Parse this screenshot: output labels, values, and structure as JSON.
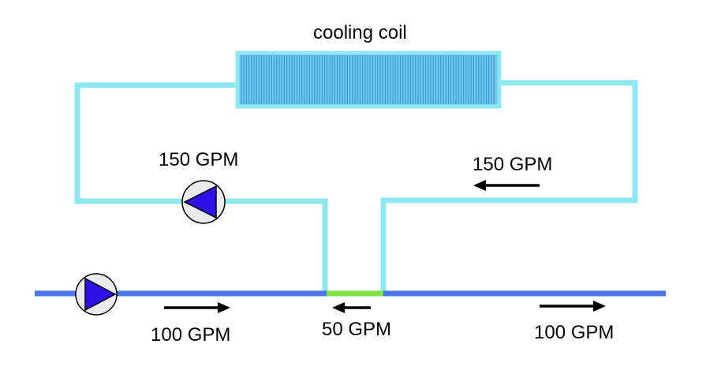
{
  "labels": {
    "coil": "cooling coil",
    "loop_flow_left": "150 GPM",
    "loop_flow_right": "150 GPM",
    "primary_flow_left": "100 GPM",
    "bypass_flow": "50 GPM",
    "primary_flow_right": "100 GPM"
  },
  "colors": {
    "secondary_pipe": "#8ee8f2",
    "primary_pipe": "#4a78e6",
    "bypass_pipe": "#7ee24a",
    "coil_fill": "#6ec6ec",
    "coil_fins": "#3a96cc",
    "pump_body": "#ebebeb",
    "pump_arrow": "#2c10e8",
    "flow_arrow": "#000000"
  },
  "icons": {
    "pump": "pump-icon",
    "flow_arrow": "flow-arrow-icon"
  }
}
